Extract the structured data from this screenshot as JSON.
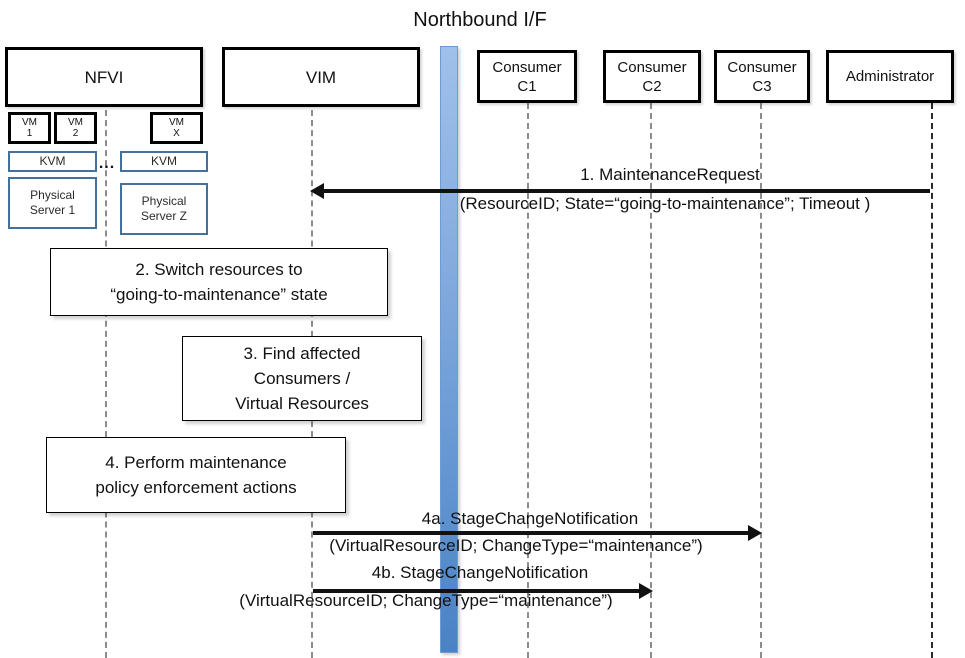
{
  "diagram": {
    "title": "Northbound I/F",
    "type": "uml-sequence-diagram"
  },
  "colors": {
    "northbound_bar_top": "#9fc0ea",
    "northbound_bar_bottom": "#4a82c4",
    "actor_border": "#000000",
    "infra_border": "#41719c",
    "lifeline": "#8c8c8c",
    "arrow": "#111111"
  },
  "actors": [
    {
      "id": "nfvi",
      "label": "NFVI"
    },
    {
      "id": "vim",
      "label": "VIM"
    },
    {
      "id": "c1",
      "label": "Consumer\nC1",
      "line1": "Consumer",
      "line2": "C1"
    },
    {
      "id": "c2",
      "label": "Consumer\nC2",
      "line1": "Consumer",
      "line2": "C2"
    },
    {
      "id": "c3",
      "label": "Consumer\nC3",
      "line1": "Consumer",
      "line2": "C3"
    },
    {
      "id": "admin",
      "label": "Administrator"
    }
  ],
  "nfvi_internals": {
    "vms": [
      {
        "id": "vm1",
        "line1": "VM",
        "line2": "1"
      },
      {
        "id": "vm2",
        "line1": "VM",
        "line2": "2"
      },
      {
        "id": "vmx",
        "line1": "VM",
        "line2": "X"
      }
    ],
    "hypervisors": [
      {
        "id": "kvm-left",
        "label": "KVM"
      },
      {
        "id": "kvm-right",
        "label": "KVM"
      }
    ],
    "servers": [
      {
        "id": "server-1",
        "line1": "Physical",
        "line2": "Server 1"
      },
      {
        "id": "server-z",
        "line1": "Physical",
        "line2": "Server Z"
      }
    ],
    "ellipsis": "..."
  },
  "steps": [
    {
      "id": "step-2",
      "line1": "2. Switch resources to",
      "line2": "“going-to-maintenance” state"
    },
    {
      "id": "step-3",
      "line1": "3. Find affected",
      "line2": "Consumers /",
      "line3": "Virtual Resources"
    },
    {
      "id": "step-4",
      "line1": "4. Perform maintenance",
      "line2": "policy enforcement actions"
    }
  ],
  "messages": [
    {
      "id": "msg-1",
      "number": "1.",
      "name": "MaintenanceRequest",
      "title": "1.   MaintenanceRequest",
      "params": "(ResourceID; State=“going-to-maintenance”; Timeout )",
      "from": "admin",
      "to": "vim",
      "direction": "left"
    },
    {
      "id": "msg-4a",
      "number": "4a.",
      "name": "StageChangeNotification",
      "title": "4a. StageChangeNotification",
      "params": "(VirtualResourceID; ChangeType=“maintenance”)",
      "from": "vim",
      "to": "c3",
      "direction": "right"
    },
    {
      "id": "msg-4b",
      "number": "4b.",
      "name": "StageChangeNotification",
      "title": "4b. StageChangeNotification",
      "params": "(VirtualResourceID; ChangeType=“maintenance”)",
      "from": "vim",
      "to": "c2",
      "direction": "right"
    }
  ]
}
